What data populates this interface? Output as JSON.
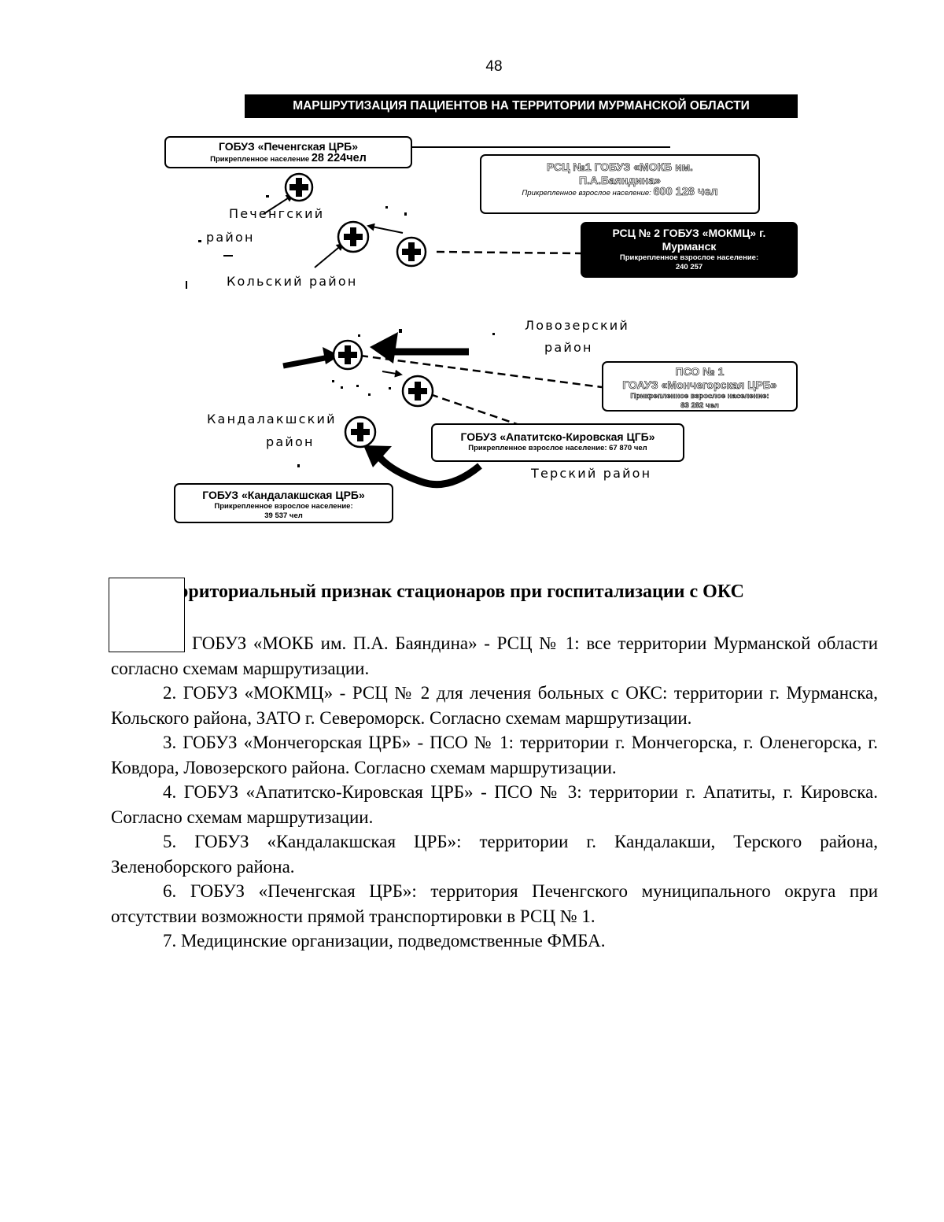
{
  "page_number": "48",
  "diagram": {
    "banner": "МАРШРУТИЗАЦИЯ ПАЦИЕНТОВ  НА ТЕРРИТОРИИ МУРМАНСКОЙ ОБЛАСТИ",
    "boxes": {
      "pechenga": {
        "title": "ГОБУЗ «Печенгская ЦРБ»",
        "caption": "Прикрепленное население",
        "value": "28 224чел"
      },
      "rsc1": {
        "title_line1": "РСЦ №1 ГОБУЗ «МОКБ им.",
        "title_line2": "П.А.Баяндина»",
        "caption": "Прикрепленное взрослое население:",
        "value": "600 128 чел"
      },
      "rsc2": {
        "title_line1": "РСЦ № 2 ГОБУЗ «МОКМЦ» г.",
        "title_line2": "Мурманск",
        "caption": "Прикрепленное взрослое население:",
        "value": "240 257"
      },
      "pso1": {
        "title_line1": "ПСО № 1",
        "title_line2": "ГОАУЗ «Мончегорская ЦРБ»",
        "caption": "Прикрепленное взрослое население:",
        "value": "83 282 чел"
      },
      "apatity": {
        "title": "ГОБУЗ «Апатитско-Кировская ЦГБ»",
        "caption": "Прикрепленное взрослое население: 67 870 чел"
      },
      "kandalaksha": {
        "title": "ГОБУЗ «Кандалакшская ЦРБ»",
        "caption": "Прикрепленное взрослое население:",
        "value": "39 537 чел"
      }
    },
    "regions": {
      "pechenga_1": "Печенгский",
      "pechenga_2": "район",
      "kola": "Кольский район",
      "lovozero_1": "Ловозерский",
      "lovozero_2": "район",
      "kandalaksha_1": "Кандалакшский",
      "kandalaksha_2": "район",
      "tersky": "Терский район"
    }
  },
  "section": {
    "heading": "рриториальный признак стационаров при госпитализации с ОКС",
    "items": [
      "ГОБУЗ «МОКБ им. П.А. Баяндина» - РСЦ № 1: все территории Мурманской области согласно схемам маршрутизации.",
      "2. ГОБУЗ «МОКМЦ» - РСЦ № 2 для лечения больных с ОКС: территории г. Мурманска, Кольского района, ЗАТО г. Североморск. Согласно схемам маршрутизации.",
      "3. ГОБУЗ «Мончегорская ЦРБ» - ПСО № 1: территории г. Мончегорска, г. Оленегорска, г. Ковдора, Ловозерского района. Согласно схемам маршрутизации.",
      "4. ГОБУЗ «Апатитско-Кировская ЦРБ» - ПСО № 3: территории г. Апатиты, г. Кировска. Согласно схемам маршрутизации.",
      "5. ГОБУЗ «Кандалакшская ЦРБ»: территории г. Кандалакши, Терского района, Зеленоборского района.",
      "6. ГОБУЗ «Печенгская ЦРБ»: территория Печенгского муниципального округа при отсутствии возможности прямой транспортировки в РСЦ № 1.",
      "7. Медицинские организации, подведомственные ФМБА."
    ]
  }
}
